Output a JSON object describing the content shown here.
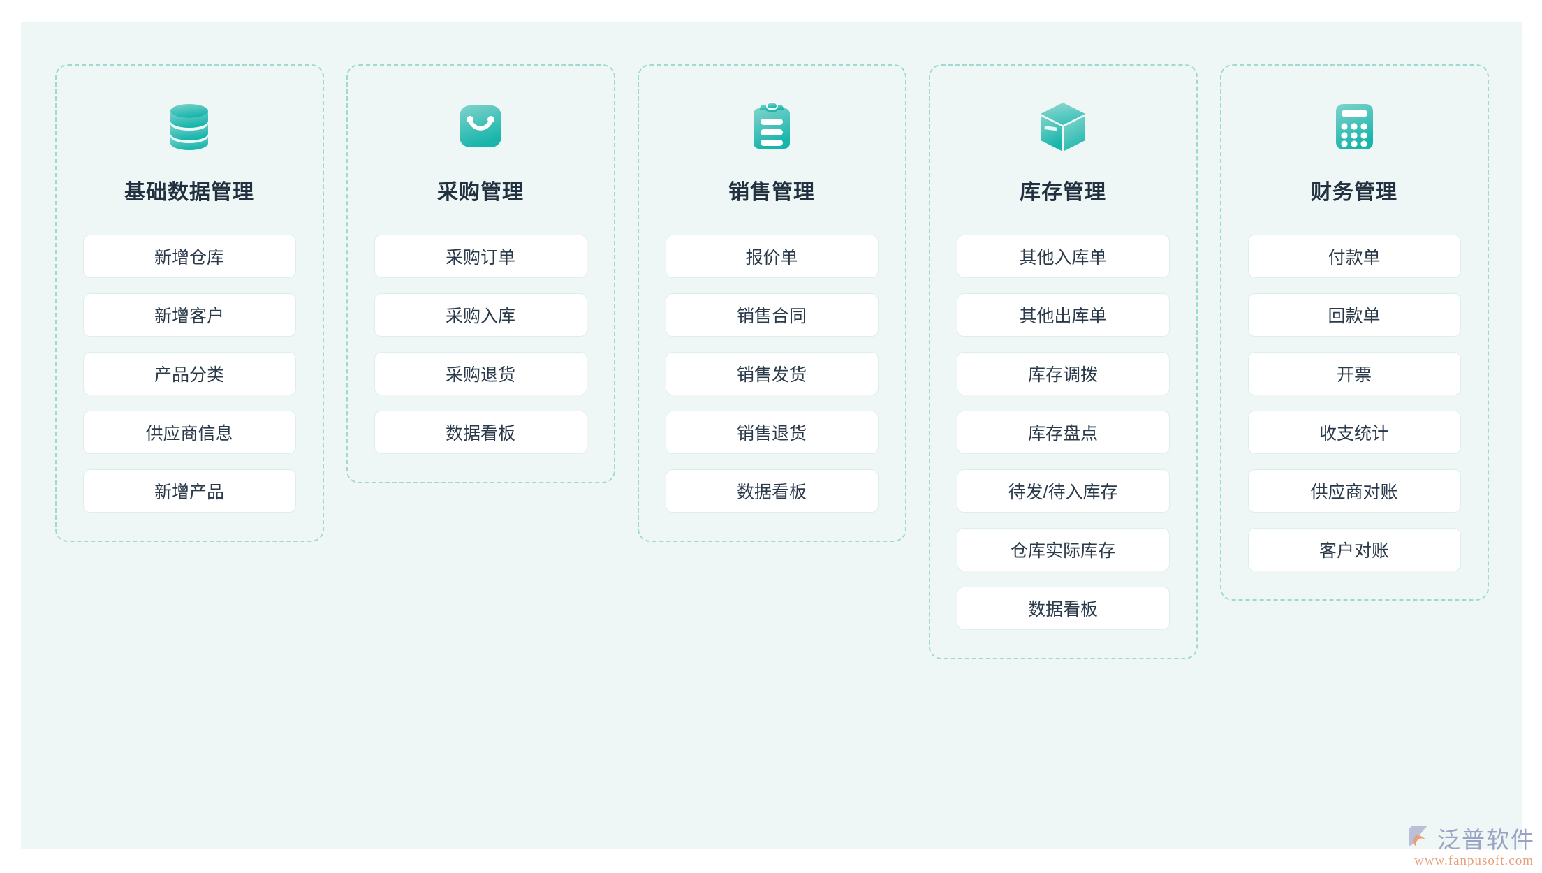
{
  "theme": {
    "page_bg": "#ffffff",
    "panel_bg": "#eef7f5",
    "dashed_border": "#9ed9d2",
    "card_bg": "#ffffff",
    "card_border": "#deeeec",
    "title_color": "#22313f",
    "item_text_color": "#2b3a4a",
    "icon_gradient_from": "#7fd3cc",
    "icon_gradient_to": "#17b5ab"
  },
  "columns": [
    {
      "icon": "database-icon",
      "title": "基础数据管理",
      "items": [
        "新增仓库",
        "新增客户",
        "产品分类",
        "供应商信息",
        "新增产品"
      ]
    },
    {
      "icon": "shopping-bag-icon",
      "title": "采购管理",
      "items": [
        "采购订单",
        "采购入库",
        "采购退货",
        "数据看板"
      ]
    },
    {
      "icon": "clipboard-icon",
      "title": "销售管理",
      "items": [
        "报价单",
        "销售合同",
        "销售发货",
        "销售退货",
        "数据看板"
      ]
    },
    {
      "icon": "box-3d-icon",
      "title": "库存管理",
      "items": [
        "其他入库单",
        "其他出库单",
        "库存调拨",
        "库存盘点",
        "待发/待入库存",
        "仓库实际库存",
        "数据看板"
      ]
    },
    {
      "icon": "calculator-icon",
      "title": "财务管理",
      "items": [
        "付款单",
        "回款单",
        "开票",
        "收支统计",
        "供应商对账",
        "客户对账"
      ]
    }
  ],
  "watermark": {
    "brand": "泛普软件",
    "url": "www.fanpusoft.com"
  }
}
